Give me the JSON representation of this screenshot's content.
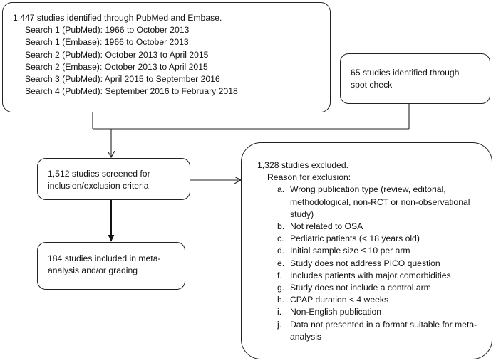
{
  "identified_box": {
    "title": "1,447 studies identified through PubMed and Embase.",
    "searches": [
      "Search 1 (PubMed): 1966 to October 2013",
      "Search 1 (Embase): 1966 to October 2013",
      "Search 2 (PubMed): October 2013 to April 2015",
      "Search 2 (Embase): October 2013 to April 2015",
      "Search 3 (PubMed): April 2015 to September 2016",
      "Search 4 (PubMed): September 2016 to February 2018"
    ]
  },
  "spot_check_box": {
    "lines": [
      "65 studies identified through",
      "spot check"
    ]
  },
  "screened_box": {
    "lines": [
      "1,512 studies screened for",
      "inclusion/exclusion criteria"
    ]
  },
  "included_box": {
    "lines": [
      "184 studies included in meta-",
      "analysis and/or grading"
    ]
  },
  "excluded_box": {
    "title": "1,328 studies excluded.",
    "reason_heading": "Reason for exclusion:",
    "reasons": [
      {
        "marker": "a.",
        "lines": [
          "Wrong publication type (review, editorial,",
          "methodological, non-RCT or non-observational",
          "study)"
        ]
      },
      {
        "marker": "b.",
        "lines": [
          "Not related to OSA"
        ]
      },
      {
        "marker": "c.",
        "lines": [
          "Pediatric patients (< 18 years old)"
        ]
      },
      {
        "marker": "d.",
        "lines": [
          "Initial sample size ≤ 10 per arm"
        ]
      },
      {
        "marker": "e.",
        "lines": [
          "Study does not address PICO question"
        ]
      },
      {
        "marker": "f.",
        "lines": [
          "Includes patients with major comorbidities"
        ]
      },
      {
        "marker": "g.",
        "lines": [
          "Study does not include a control arm"
        ]
      },
      {
        "marker": "h.",
        "lines": [
          "CPAP duration < 4 weeks"
        ]
      },
      {
        "marker": "i.",
        "lines": [
          "Non-English publication"
        ]
      },
      {
        "marker": "j.",
        "lines": [
          "Data not presented in a format suitable for meta-",
          "analysis"
        ]
      }
    ]
  }
}
